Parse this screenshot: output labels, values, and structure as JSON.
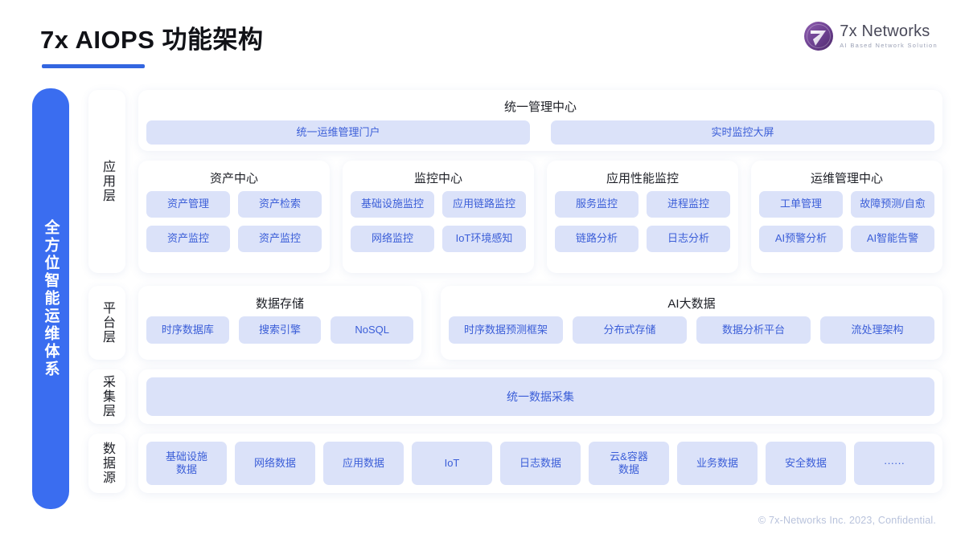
{
  "header": {
    "title": "7x AIOPS 功能架构",
    "logo": {
      "name": "7x Networks",
      "tagline": "AI Based Network Solution",
      "mark_color": "#6b3f8f"
    }
  },
  "spine": {
    "label": "全方位智能运维体系",
    "color": "#3a6df0"
  },
  "layers": [
    {
      "key": "application",
      "label": "应用层"
    },
    {
      "key": "platform",
      "label": "平台层"
    },
    {
      "key": "collection",
      "label": "采集层"
    },
    {
      "key": "datasource",
      "label": "数据源"
    }
  ],
  "management_center": {
    "title": "统一管理中心",
    "items": [
      "统一运维管理门户",
      "实时监控大屏"
    ]
  },
  "application_layer": {
    "cards": [
      {
        "title": "资产中心",
        "items": [
          "资产管理",
          "资产检索",
          "资产监控",
          "资产监控"
        ]
      },
      {
        "title": "监控中心",
        "items": [
          "基础设施监控",
          "应用链路监控",
          "网络监控",
          "IoT环境感知"
        ]
      },
      {
        "title": "应用性能监控",
        "items": [
          "服务监控",
          "进程监控",
          "链路分析",
          "日志分析"
        ]
      },
      {
        "title": "运维管理中心",
        "items": [
          "工单管理",
          "故障预测/自愈",
          "AI预警分析",
          "AI智能告警"
        ]
      }
    ]
  },
  "platform_layer": {
    "cards": [
      {
        "title": "数据存储",
        "items": [
          "时序数据库",
          "搜索引擎",
          "NoSQL"
        ]
      },
      {
        "title": "AI大数据",
        "items": [
          "时序数据预测框架",
          "分布式存储",
          "数据分析平台",
          "流处理架构"
        ]
      }
    ]
  },
  "collection_layer": {
    "label": "统一数据采集"
  },
  "data_sources": {
    "items": [
      "基础设施\n数据",
      "网络数据",
      "应用数据",
      "IoT",
      "日志数据",
      "云&容器\n数据",
      "业务数据",
      "安全数据",
      "······"
    ]
  },
  "footer": {
    "text": "© 7x-Networks Inc. 2023, Confidential."
  },
  "colors": {
    "accent": "#3a6df0",
    "pill_bg": "#dbe2f9",
    "pill_text": "#3b5ed8",
    "page_bg": "#ffffff"
  }
}
